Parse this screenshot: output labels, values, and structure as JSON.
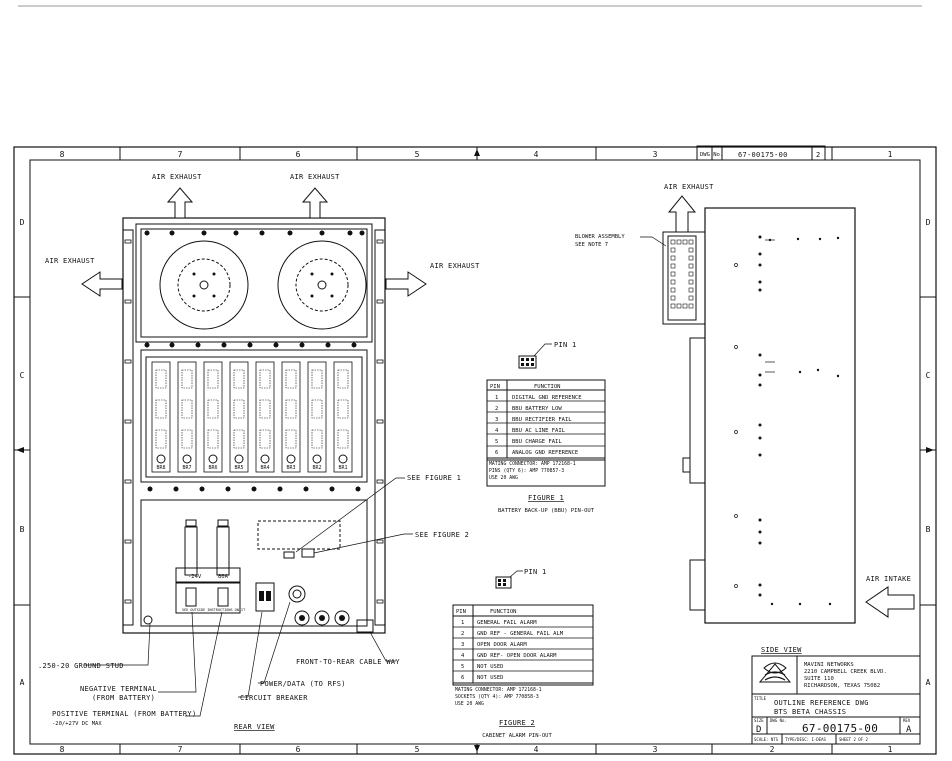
{
  "grid": {
    "columns": [
      "8",
      "7",
      "6",
      "5",
      "4",
      "3",
      "2",
      "1"
    ],
    "rows": [
      "D",
      "C",
      "B",
      "A"
    ]
  },
  "dwg_box": {
    "prefix": "DWG No.",
    "number": "67-00175-00",
    "sheet": "2"
  },
  "rear_view": {
    "title": "REAR VIEW",
    "air_exhaust_labels": [
      "AIR EXHAUST",
      "AIR EXHAUST",
      "AIR EXHAUST",
      "AIR EXHAUST"
    ],
    "slots": [
      "BR8",
      "BR7",
      "BR6",
      "BR5",
      "BR4",
      "BR3",
      "BR2",
      "BR1"
    ],
    "terminal_labels": [
      "-24V",
      "80A"
    ],
    "breaker_text": "SEE OUTSIDE INSTRUCTIONS ON IT",
    "callouts": {
      "see_figure_1": "SEE FIGURE 1",
      "see_figure_2": "SEE FIGURE 2",
      "ground_stud": ".250-20 GROUND STUD",
      "negative_terminal_1": "NEGATIVE TERMINAL",
      "negative_terminal_2": "(FROM BATTERY)",
      "positive_terminal_1": "POSITIVE TERMINAL (FROM BATTERY)",
      "positive_terminal_2": "-20/+27V DC MAX",
      "circuit_breaker": "CIRCUIT BREAKER",
      "power_data": "POWER/DATA (TO RFS)",
      "cable_way": "FRONT-TO-REAR CABLE WAY"
    }
  },
  "figure1": {
    "pin_label": "PIN 1",
    "headers": [
      "PIN",
      "FUNCTION"
    ],
    "rows": [
      [
        "1",
        "DIGITAL GND REFERENCE"
      ],
      [
        "2",
        "BBU BATTERY LOW"
      ],
      [
        "3",
        "BBU RECTIFIER FAIL"
      ],
      [
        "4",
        "BBU AC LINE FAIL"
      ],
      [
        "5",
        "BBU CHARGE FAIL"
      ],
      [
        "6",
        "ANALOG GND REFERENCE"
      ]
    ],
    "notes": [
      "MATING CONNECTOR: AMP 172168-1",
      "PINS (QTY 6):  AMP 770857-3",
      "USE 20 AWG"
    ],
    "title": "FIGURE 1",
    "caption": "BATTERY BACK-UP (BBU) PIN-OUT"
  },
  "figure2": {
    "pin_label": "PIN 1",
    "headers": [
      "PIN",
      "FUNCTION"
    ],
    "rows": [
      [
        "1",
        "GENERAL FAIL ALARM"
      ],
      [
        "2",
        "GND REF - GENERAL FAIL ALM"
      ],
      [
        "3",
        "OPEN DOOR ALARM"
      ],
      [
        "4",
        "GND REF- OPEN DOOR ALARM"
      ],
      [
        "5",
        "NOT USED"
      ],
      [
        "6",
        "NOT USED"
      ]
    ],
    "notes": [
      "MATING CONNECTOR: AMP 172168-1",
      "SOCKETS (QTY 4):  AMP 770858-3",
      "USE 20 AWG"
    ],
    "title": "FIGURE 2",
    "caption": "CABINET ALARM PIN-OUT"
  },
  "side_view": {
    "title": "SIDE VIEW",
    "air_exhaust": "AIR EXHAUST",
    "blower_1": "BLOWER ASSEMBLY",
    "blower_2": "SEE NOTE 7",
    "air_intake": "AIR INTAKE"
  },
  "title_block": {
    "company": [
      "MAVINI NETWORKS",
      "2210 CAMPBELL CREEK BLVD.",
      "SUITE 110",
      "RICHARDSON, TEXAS 75082"
    ],
    "title_label": "TITLE",
    "title_lines": [
      "OUTLINE REFERENCE DWG",
      "BTS BETA CHASSIS"
    ],
    "size_label": "SIZE",
    "size_value": "D",
    "dwg_label": "DWG No.",
    "dwg_number": "67-00175-00",
    "rev_label": "REV",
    "rev_value": "A",
    "scale": "SCALE:  NTS",
    "type": "TYPE/DESC: I-DEAS",
    "sheet": "SHEET 2 OF 2"
  }
}
